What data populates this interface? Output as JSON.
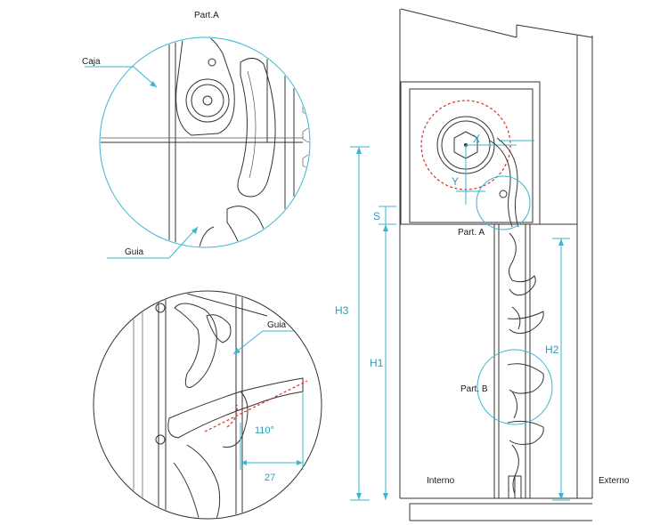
{
  "detail_a": {
    "title": "Part.A",
    "label_box": "Caja",
    "label_guide": "Guia"
  },
  "detail_b": {
    "label_guide": "Guia",
    "angle": "110°",
    "width": "27"
  },
  "elevation": {
    "label_part_a": "Part. A",
    "label_part_b": "Part. B",
    "label_x": "X",
    "label_y": "Y",
    "label_inside": "Interno",
    "label_outside": "Externo"
  },
  "dimensions": {
    "h3": "H3",
    "h1": "H1",
    "h2": "H2",
    "s": "S"
  },
  "colors": {
    "dimension": "#3bb6cf",
    "axis_circle": "#d9312b",
    "line": "#333333"
  }
}
